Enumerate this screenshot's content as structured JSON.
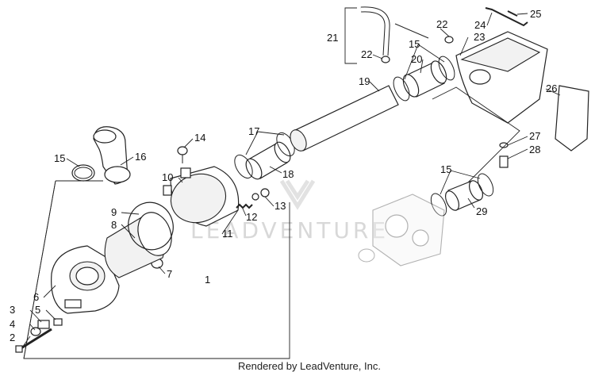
{
  "watermark": "LEADVENTURE",
  "footer": "Rendered by LeadVenture, Inc.",
  "callouts": {
    "c1": "1",
    "c2": "2",
    "c3": "3",
    "c4": "4",
    "c5": "5",
    "c6": "6",
    "c7": "7",
    "c8": "8",
    "c9": "9",
    "c10": "10",
    "c11": "11",
    "c12": "12",
    "c13": "13",
    "c14": "14",
    "c15a": "15",
    "c15b": "15",
    "c15c": "15",
    "c16": "16",
    "c17": "17",
    "c18": "18",
    "c19": "19",
    "c20": "20",
    "c21": "21",
    "c22a": "22",
    "c22b": "22",
    "c23": "23",
    "c24": "24",
    "c25": "25",
    "c26": "26",
    "c27": "27",
    "c28": "28",
    "c29": "29"
  }
}
